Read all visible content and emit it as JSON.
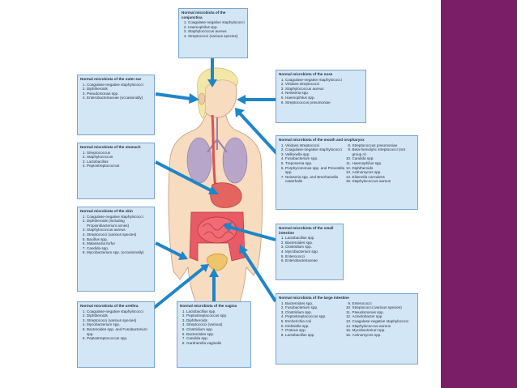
{
  "colors": {
    "accent_band": "#7a1e67",
    "box_fill": "#d3e6f6",
    "box_border": "#7aa6cf",
    "arrow": "#1e86c8",
    "skin": "#f7dcc0",
    "hair": "#f3e7a8"
  },
  "boxes": {
    "conjunctiva": {
      "title": "Normal microbiota of the conjunctiva",
      "items": [
        "Coagulase-negative staphylococci",
        "Haemophilus spp.",
        "Staphylococcus aureus",
        "Streptococci (various species)"
      ]
    },
    "outer_ear": {
      "title": "Normal microbiota of the outer ear",
      "items": [
        "Coagulase-negative staphylococci",
        "Diphtheroids",
        "Pseudomonas spp.",
        "Enterobacteriaceae (occasionally)"
      ]
    },
    "nose": {
      "title": "Normal microbiota of the nose",
      "items": [
        "Coagulase-negative staphylococci",
        "Viridans streptococci",
        "Staphylococcus aureus",
        "Neisseria spp.",
        "Haemophilus spp.",
        "Streptococcus pneumoniae"
      ]
    },
    "stomach": {
      "title": "Normal microbiota of the stomach",
      "items": [
        "Streptococcus",
        "Staphylococcus",
        "Lactobacillus",
        "Peptostreptococcus"
      ]
    },
    "mouth": {
      "title": "Normal microbiota of the mouth and oropharynx",
      "items": [
        "Viridans streptococci",
        "Coagulase-negative staphylococci",
        "Veillonella spp.",
        "Fusobacterium spp.",
        "Treponema spp.",
        "Porphyromonas spp. and Prevotella spp.",
        "Neisseria spp. and Branhamella catarrhalis",
        "Streptococcus pneumoniae",
        "Beta-hemolytic streptococci (not group A)",
        "Candida spp.",
        "Haemophilus spp.",
        "Diphtheroids",
        "Actinomyces spp.",
        "Eikenella corrodens",
        "Staphylococcus aureus"
      ]
    },
    "skin": {
      "title": "Normal microbiota of the skin",
      "items": [
        "Coagulase-negative staphylococci",
        "Diphtheroids (including Propionibacterium acnes)",
        "Staphylococcus aureus",
        "Streptococci (various species)",
        "Bacillus spp.",
        "Malassezia furfur",
        "Candida spp.",
        "Mycobacterium spp. (occasionally)"
      ]
    },
    "small_intestine": {
      "title": "Normal microbiota of the small intestine",
      "items": [
        "Lactobacillus spp.",
        "Bacteroides spp.",
        "Clostridium spp.",
        "Mycobacterium spp.",
        "Enterococci",
        "Enterobacteriaceae"
      ]
    },
    "large_intestine": {
      "title": "Normal microbiota of the large intestine",
      "items": [
        "Bacteroides spp.",
        "Fusobacterium spp.",
        "Clostridium spp.",
        "Peptostreptococcus spp.",
        "Escherichia coli",
        "Klebsiella spp.",
        "Proteus spp.",
        "Lactobacillus spp.",
        "Enterococci",
        "Streptococci (various species)",
        "Pseudomonas spp.",
        "Acinetobacter spp.",
        "Coagulase-negative staphylococci",
        "Staphylococcus aureus",
        "Mycobacterium spp.",
        "Actinomyces spp."
      ]
    },
    "urethra": {
      "title": "Normal microbiota of the urethra",
      "items": [
        "Coagulase-negative staphylococci",
        "Diphtheroids",
        "Streptococci (various species)",
        "Mycobacterium spp.",
        "Bacteroides spp. and Fusobacterium spp.",
        "Peptostreptococcus spp."
      ]
    },
    "vagina": {
      "title": "Normal microbiota of the vagina",
      "items": [
        "Lactobacillus spp.",
        "Peptostreptococcus spp.",
        "Diphtheroids",
        "Streptococci (various)",
        "Clostridium spp.",
        "Bacteroides spp.",
        "Candida spp.",
        "Gardnerella vaginalis"
      ]
    }
  }
}
